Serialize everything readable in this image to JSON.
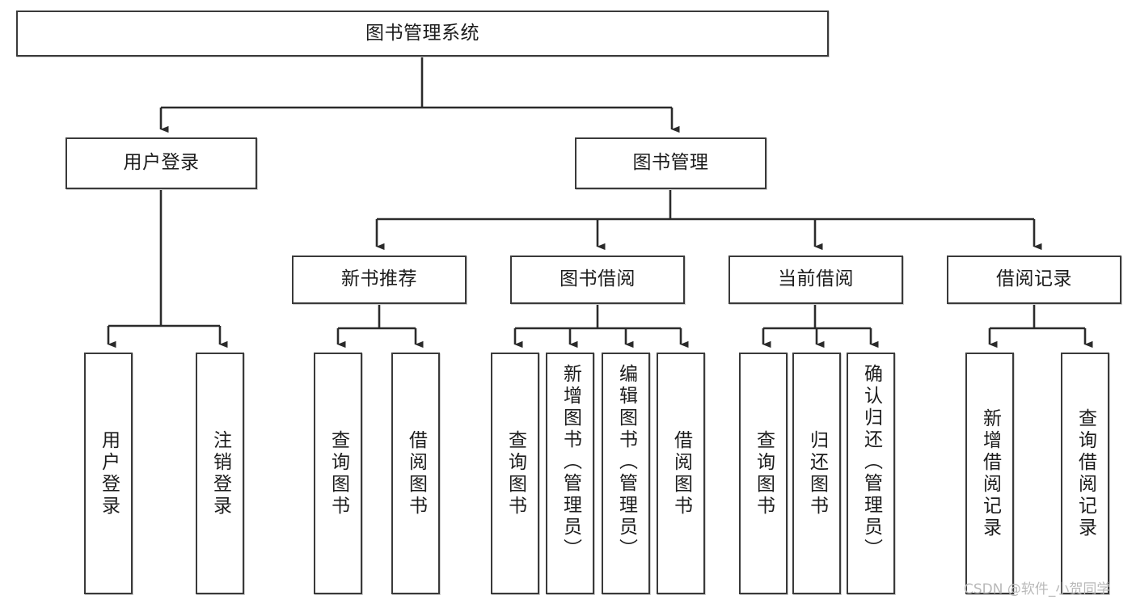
{
  "diagram": {
    "title": "图书管理系统",
    "type": "tree-hierarchy-diagram",
    "root": {
      "id": "root",
      "label": "图书管理系统"
    },
    "level2": [
      {
        "id": "user-login",
        "label": "用户登录"
      },
      {
        "id": "book-management",
        "label": "图书管理"
      }
    ],
    "level3": [
      {
        "id": "new-book-recommend",
        "label": "新书推荐",
        "parent": "book-management"
      },
      {
        "id": "book-borrow",
        "label": "图书借阅",
        "parent": "book-management"
      },
      {
        "id": "current-borrow",
        "label": "当前借阅",
        "parent": "book-management"
      },
      {
        "id": "borrow-record",
        "label": "借阅记录",
        "parent": "book-management"
      }
    ],
    "leaves": [
      {
        "id": "leaf-user-login",
        "label": "用户登录",
        "parent": "user-login"
      },
      {
        "id": "leaf-logout",
        "label": "注销登录",
        "parent": "user-login"
      },
      {
        "id": "leaf-query-book-1",
        "label": "查询图书",
        "parent": "new-book-recommend"
      },
      {
        "id": "leaf-borrow-book-1",
        "label": "借阅图书",
        "parent": "new-book-recommend"
      },
      {
        "id": "leaf-query-book-2",
        "label": "查询图书",
        "parent": "book-borrow"
      },
      {
        "id": "leaf-add-book",
        "label": "新增图书（管理员）",
        "parent": "book-borrow"
      },
      {
        "id": "leaf-edit-book",
        "label": "编辑图书（管理员）",
        "parent": "book-borrow"
      },
      {
        "id": "leaf-borrow-book-2",
        "label": "借阅图书",
        "parent": "book-borrow"
      },
      {
        "id": "leaf-query-book-3",
        "label": "查询图书",
        "parent": "current-borrow"
      },
      {
        "id": "leaf-return-book",
        "label": "归还图书",
        "parent": "current-borrow"
      },
      {
        "id": "leaf-confirm-return",
        "label": "确认归还（管理员）",
        "parent": "current-borrow"
      },
      {
        "id": "leaf-add-record",
        "label": "新增借阅记录",
        "parent": "borrow-record"
      },
      {
        "id": "leaf-query-record",
        "label": "查询借阅记录",
        "parent": "borrow-record"
      }
    ],
    "colors": {
      "box_border": "#3a3a3a",
      "box_fill": "#ffffff",
      "edge": "#2b2b2b",
      "text": "#1c1c1c",
      "watermark": "#b9b9b9",
      "background": "#ffffff"
    }
  },
  "watermark": {
    "text": "CSDN @软件_小贺同学"
  }
}
